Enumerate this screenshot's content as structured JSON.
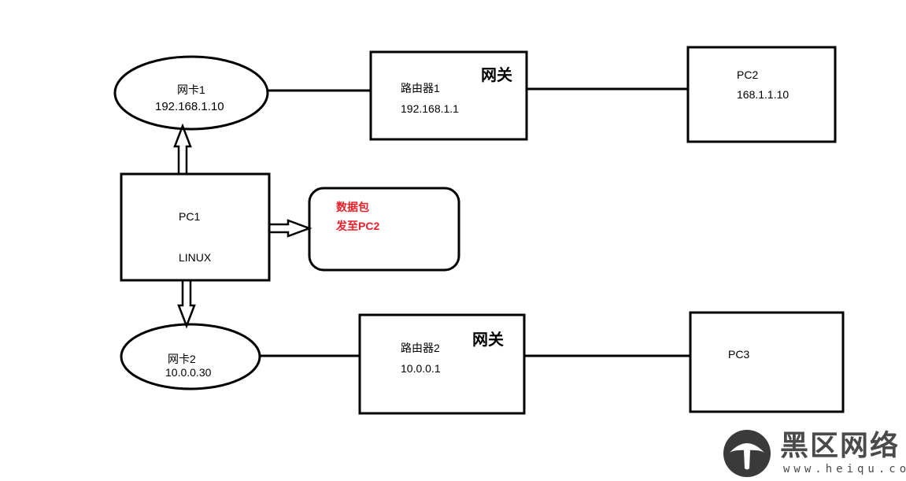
{
  "nodes": {
    "nic1": {
      "label": "网卡1",
      "ip": "192.168.1.10"
    },
    "nic2": {
      "label": "网卡2",
      "ip": "10.0.0.30"
    },
    "pc1": {
      "label": "PC1",
      "os": "LINUX"
    },
    "router1": {
      "label": "路由器1",
      "ip": "192.168.1.1",
      "gateway": "网关"
    },
    "router2": {
      "label": "路由器2",
      "ip": "10.0.0.1",
      "gateway": "网关"
    },
    "pc2": {
      "label": "PC2",
      "ip": "168.1.1.10"
    },
    "pc3": {
      "label": "PC3"
    },
    "packet": {
      "line1": "数据包",
      "line2": "发至PC2"
    }
  },
  "watermark": {
    "text": "黑区网络",
    "url": "www.heiqu.com"
  },
  "colors": {
    "stroke": "#000000",
    "packet_text": "#e8202a",
    "watermark": "#4a4a4a"
  }
}
